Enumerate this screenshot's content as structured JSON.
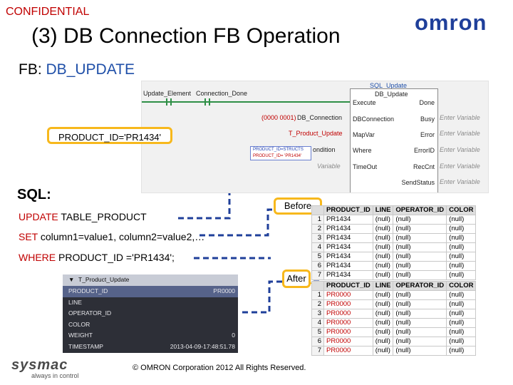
{
  "header": {
    "confidential": "CONFIDENTIAL",
    "title": "(3) DB Connection FB Operation",
    "logo_text": "omron"
  },
  "fb": {
    "label": "FB:",
    "value": "DB_UPDATE"
  },
  "ladder": {
    "instance": "SQL_Update",
    "fb_name": "DB_Update",
    "contact1": "Update_Element",
    "contact2": "Connection_Done",
    "db_conn_value": "(0000 0001)",
    "db_conn_var": "DB_Connection",
    "mapvar_var": "T_Product_Update",
    "where_var": "ondition",
    "timeout_var": "Variable",
    "pins_in": [
      "Execute",
      "DBConnection",
      "MapVar",
      "Where",
      "TimeOut"
    ],
    "pins_out": [
      "Done",
      "Busy",
      "Error",
      "ErrorID",
      "RecCnt",
      "SendStatus"
    ],
    "enter_variable": "Enter Variable",
    "popup_line1": "PRODUCT_ID=STRUCTS",
    "popup_line2": "PRODUCT_ID= 'PR1434'"
  },
  "callout": {
    "text": "PRODUCT_ID='PR1434'"
  },
  "sql": {
    "heading": "SQL:",
    "line1_kw": "UPDATE",
    "line1_rest": " TABLE_PRODUCT",
    "line2_kw": "SET",
    "line2_rest": " column1=value1, column2=value2,…",
    "line3_kw": "WHERE",
    "line3_rest": " PRODUCT_ID ='PR1434';"
  },
  "taglist": {
    "name": "T_Product_Update",
    "rows": [
      {
        "name": "PRODUCT_ID",
        "value": "PR0000"
      },
      {
        "name": "LINE",
        "value": ""
      },
      {
        "name": "OPERATOR_ID",
        "value": ""
      },
      {
        "name": "COLOR",
        "value": ""
      },
      {
        "name": "WEIGHT",
        "value": "0"
      },
      {
        "name": "TIMESTAMP",
        "value": "2013-04-09-17:48:51.78"
      }
    ]
  },
  "before": {
    "label": "Before"
  },
  "after": {
    "label": "After"
  },
  "table_headers": [
    "PRODUCT_ID",
    "LINE",
    "OPERATOR_ID",
    "COLOR"
  ],
  "table_before": [
    [
      "1",
      "PR1434",
      "(null)",
      "(null)",
      "(null)"
    ],
    [
      "2",
      "PR1434",
      "(null)",
      "(null)",
      "(null)"
    ],
    [
      "3",
      "PR1434",
      "(null)",
      "(null)",
      "(null)"
    ],
    [
      "4",
      "PR1434",
      "(null)",
      "(null)",
      "(null)"
    ],
    [
      "5",
      "PR1434",
      "(null)",
      "(null)",
      "(null)"
    ],
    [
      "6",
      "PR1434",
      "(null)",
      "(null)",
      "(null)"
    ],
    [
      "7",
      "PR1434",
      "(null)",
      "(null)",
      "(null)"
    ]
  ],
  "table_after": [
    [
      "1",
      "PR0000",
      "(null)",
      "(null)",
      "(null)"
    ],
    [
      "2",
      "PR0000",
      "(null)",
      "(null)",
      "(null)"
    ],
    [
      "3",
      "PR0000",
      "(null)",
      "(null)",
      "(null)"
    ],
    [
      "4",
      "PR0000",
      "(null)",
      "(null)",
      "(null)"
    ],
    [
      "5",
      "PR0000",
      "(null)",
      "(null)",
      "(null)"
    ],
    [
      "6",
      "PR0000",
      "(null)",
      "(null)",
      "(null)"
    ],
    [
      "7",
      "PR0000",
      "(null)",
      "(null)",
      "(null)"
    ]
  ],
  "footer": {
    "sysmac_text": "sysmac",
    "sysmac_tagline": "always in control",
    "copyright": "© OMRON Corporation 2012   All Rights Reserved."
  },
  "colors": {
    "accent_red": "#c00000",
    "fb_blue": "#1f4fa8",
    "callout_yellow": "#f7b81c",
    "dash_blue": "#1f3f9a",
    "omron_blue": "#1f3f9a"
  }
}
